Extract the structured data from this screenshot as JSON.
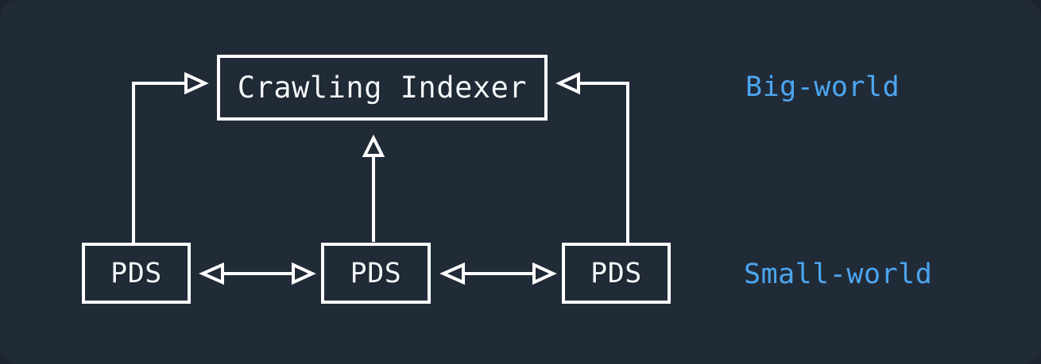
{
  "diagram": {
    "title": "Big-world / Small-world architecture",
    "background_color": "#212b38",
    "stroke_color": "#ffffff",
    "accent_color": "#4ca6f0",
    "nodes": [
      {
        "id": "indexer",
        "label": "Crawling Indexer",
        "shape": "rectangle"
      },
      {
        "id": "pds_left",
        "label": "PDS",
        "shape": "rectangle"
      },
      {
        "id": "pds_mid",
        "label": "PDS",
        "shape": "rectangle"
      },
      {
        "id": "pds_right",
        "label": "PDS",
        "shape": "rectangle"
      }
    ],
    "region_labels": [
      {
        "id": "big_world",
        "text": "Big-world",
        "color": "#4ca6f0"
      },
      {
        "id": "small_world",
        "text": "Small-world",
        "color": "#4ca6f0"
      }
    ],
    "edges": [
      {
        "id": "pds_left_to_indexer",
        "from": "pds_left",
        "to": "indexer",
        "direction": "one-way",
        "arrowhead": "hollow-triangle",
        "routing": "orthogonal"
      },
      {
        "id": "pds_mid_to_indexer",
        "from": "pds_mid",
        "to": "indexer",
        "direction": "one-way",
        "arrowhead": "hollow-triangle",
        "routing": "straight-vertical"
      },
      {
        "id": "pds_right_to_indexer",
        "from": "pds_right",
        "to": "indexer",
        "direction": "one-way",
        "arrowhead": "hollow-triangle",
        "routing": "orthogonal"
      },
      {
        "id": "pds_left_pds_mid",
        "from": "pds_left",
        "to": "pds_mid",
        "direction": "bidirectional",
        "arrowhead": "hollow-triangle",
        "routing": "straight-horizontal"
      },
      {
        "id": "pds_mid_pds_right",
        "from": "pds_mid",
        "to": "pds_right",
        "direction": "bidirectional",
        "arrowhead": "hollow-triangle",
        "routing": "straight-horizontal"
      }
    ]
  }
}
